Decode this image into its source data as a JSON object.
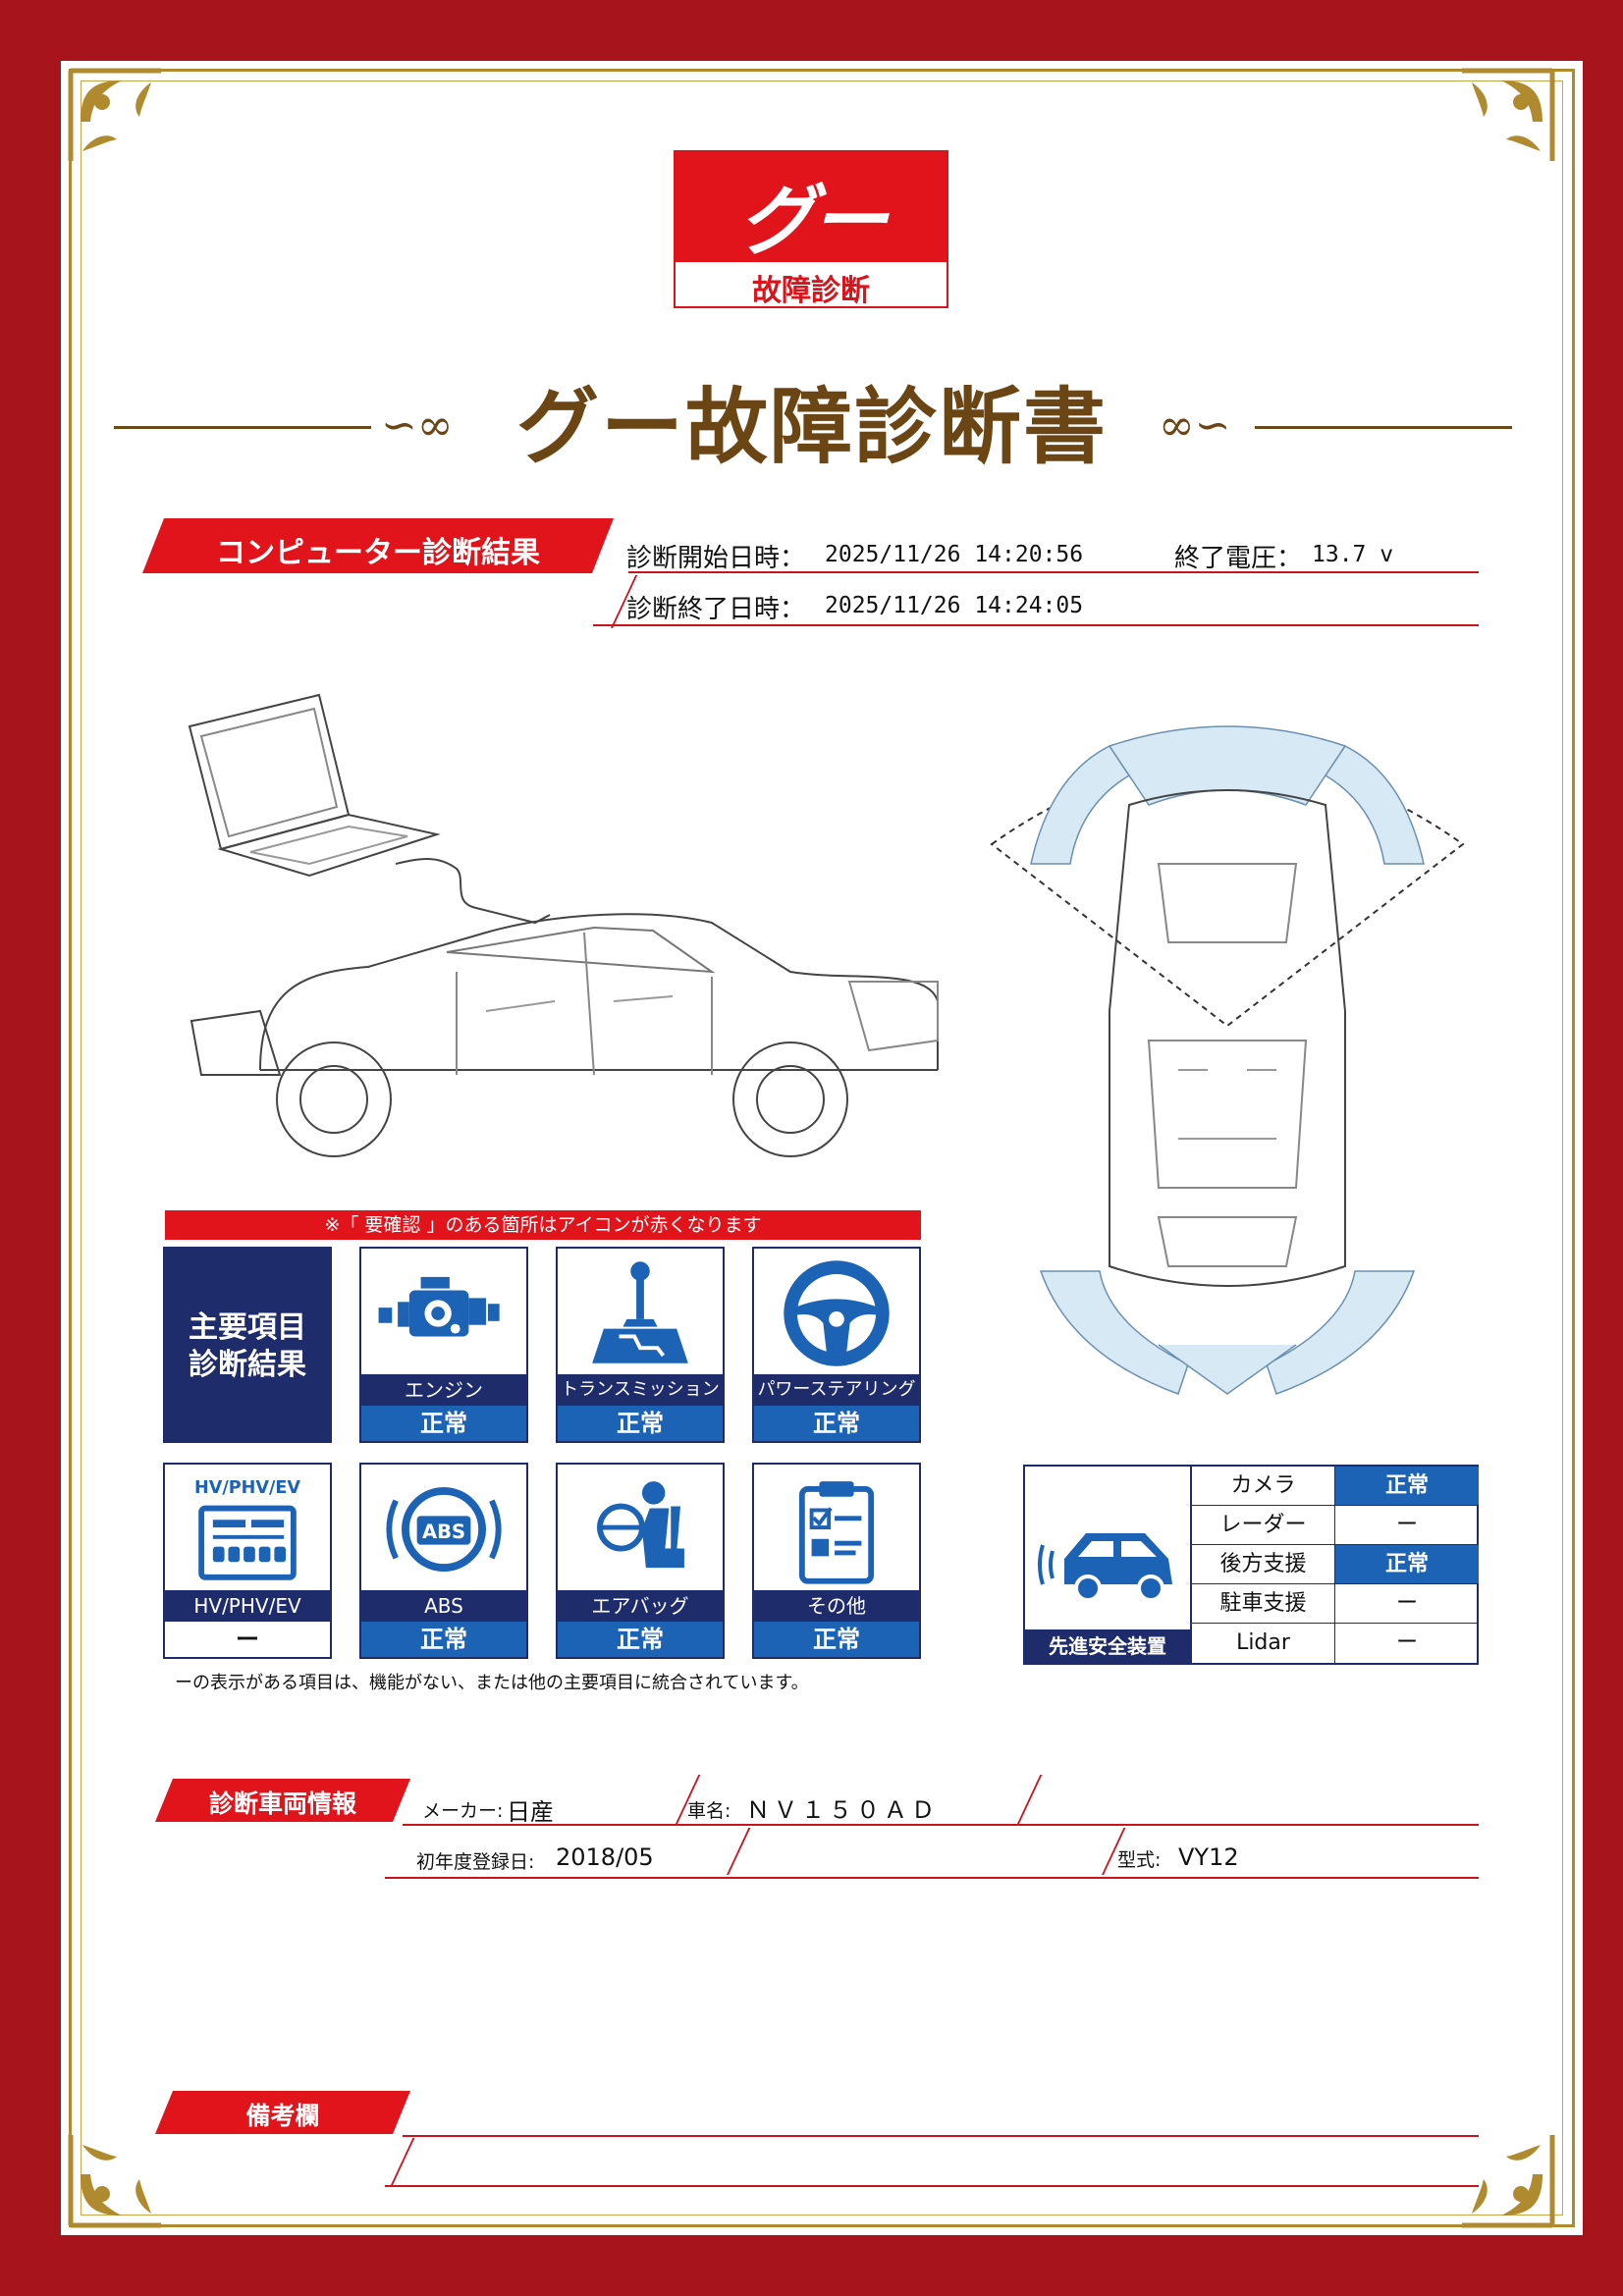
{
  "logo": {
    "mark": "グー",
    "sub": "故障診断"
  },
  "title": "グー故障診断書",
  "computer": {
    "ribbon": "コンピューター診断結果",
    "start_label": "診断開始日時：",
    "start_value": "2025/11/26 14:20:56",
    "voltage_label": "終了電圧：",
    "voltage_value": "13.7 v",
    "end_label": "診断終了日時：",
    "end_value": "2025/11/26 14:24:05"
  },
  "notice": "※「 要確認 」のある箇所はアイコンが赤くなります",
  "main_items_title": [
    "主要項目",
    "診断結果"
  ],
  "diagnostics": [
    {
      "name": "エンジン",
      "status": "正常",
      "icon": "engine-icon"
    },
    {
      "name": "トランスミッション",
      "status": "正常",
      "icon": "transmission-icon"
    },
    {
      "name": "パワーステアリング",
      "status": "正常",
      "icon": "steering-wheel-icon"
    },
    {
      "name": "HV/PHV/EV",
      "status": "ー",
      "icon": "hybrid-battery-icon",
      "icon_label": "HV/PHV/EV"
    },
    {
      "name": "ABS",
      "status": "正常",
      "icon": "abs-icon",
      "icon_label": "ABS"
    },
    {
      "name": "エアバッグ",
      "status": "正常",
      "icon": "airbag-icon"
    },
    {
      "name": "その他",
      "status": "正常",
      "icon": "clipboard-icon"
    }
  ],
  "grid_note": "ーの表示がある項目は、機能がない、または他の主要項目に統合されています。",
  "adas": {
    "caption": "先進安全装置",
    "rows": [
      {
        "label": "カメラ",
        "value": "正常"
      },
      {
        "label": "レーダー",
        "value": "ー"
      },
      {
        "label": "後方支援",
        "value": "正常"
      },
      {
        "label": "駐車支援",
        "value": "ー"
      },
      {
        "label": "Lidar",
        "value": "ー"
      }
    ]
  },
  "vehicle": {
    "ribbon": "診断車両情報",
    "maker_label": "メーカー:",
    "maker_value": "日産",
    "car_label": "車名:",
    "car_value": "ＮＶ１５０ＡＤ",
    "reg_label": "初年度登録日:",
    "reg_value": "2018/05",
    "model_label": "型式:",
    "model_value": "VY12"
  },
  "remarks": {
    "ribbon": "備考欄"
  },
  "colors": {
    "border_red": "#a8141c",
    "accent_red": "#e1141c",
    "navy": "#1f2c6b",
    "ok_blue": "#1d63b5",
    "gold": "#b08a2e"
  }
}
